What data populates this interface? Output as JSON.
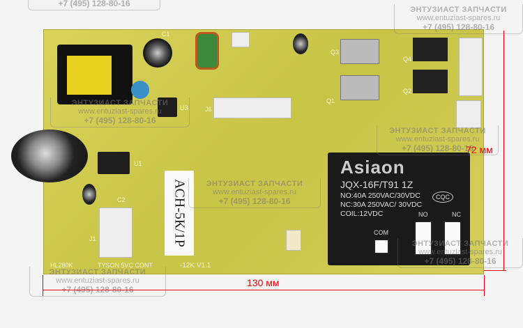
{
  "watermark": {
    "title": "ЭНТУЗИАСТ ЗАПЧАСТИ",
    "url": "www.entuziast-spares.ru",
    "phone": "+7 (495) 128-80-16"
  },
  "relay": {
    "brand": "Asiaon",
    "model": "JQX-16F/T91 1Z",
    "no_rating": "NO:40A 250VAC/30VDC",
    "nc_rating": "NC:30A 250VAC/ 30VDC",
    "coil": "COIL:12VDC",
    "cert": "CQC",
    "com": "COM",
    "no": "NO",
    "nc": "NC"
  },
  "board": {
    "label_sticker": "АСН-5К/1Р",
    "silk_left": "HL280K",
    "silk_bottom": "TYSON 5VC CONT",
    "silk_version": "-12K V1.1",
    "refs": {
      "u1": "U1",
      "u3": "U3",
      "c1": "C1",
      "c2": "C2",
      "j1": "J1",
      "j6": "J6",
      "q1": "Q1",
      "q2": "Q2",
      "q3": "Q3",
      "q4": "Q4"
    }
  },
  "dimensions": {
    "width": "130 мм",
    "height": "72 мм"
  }
}
